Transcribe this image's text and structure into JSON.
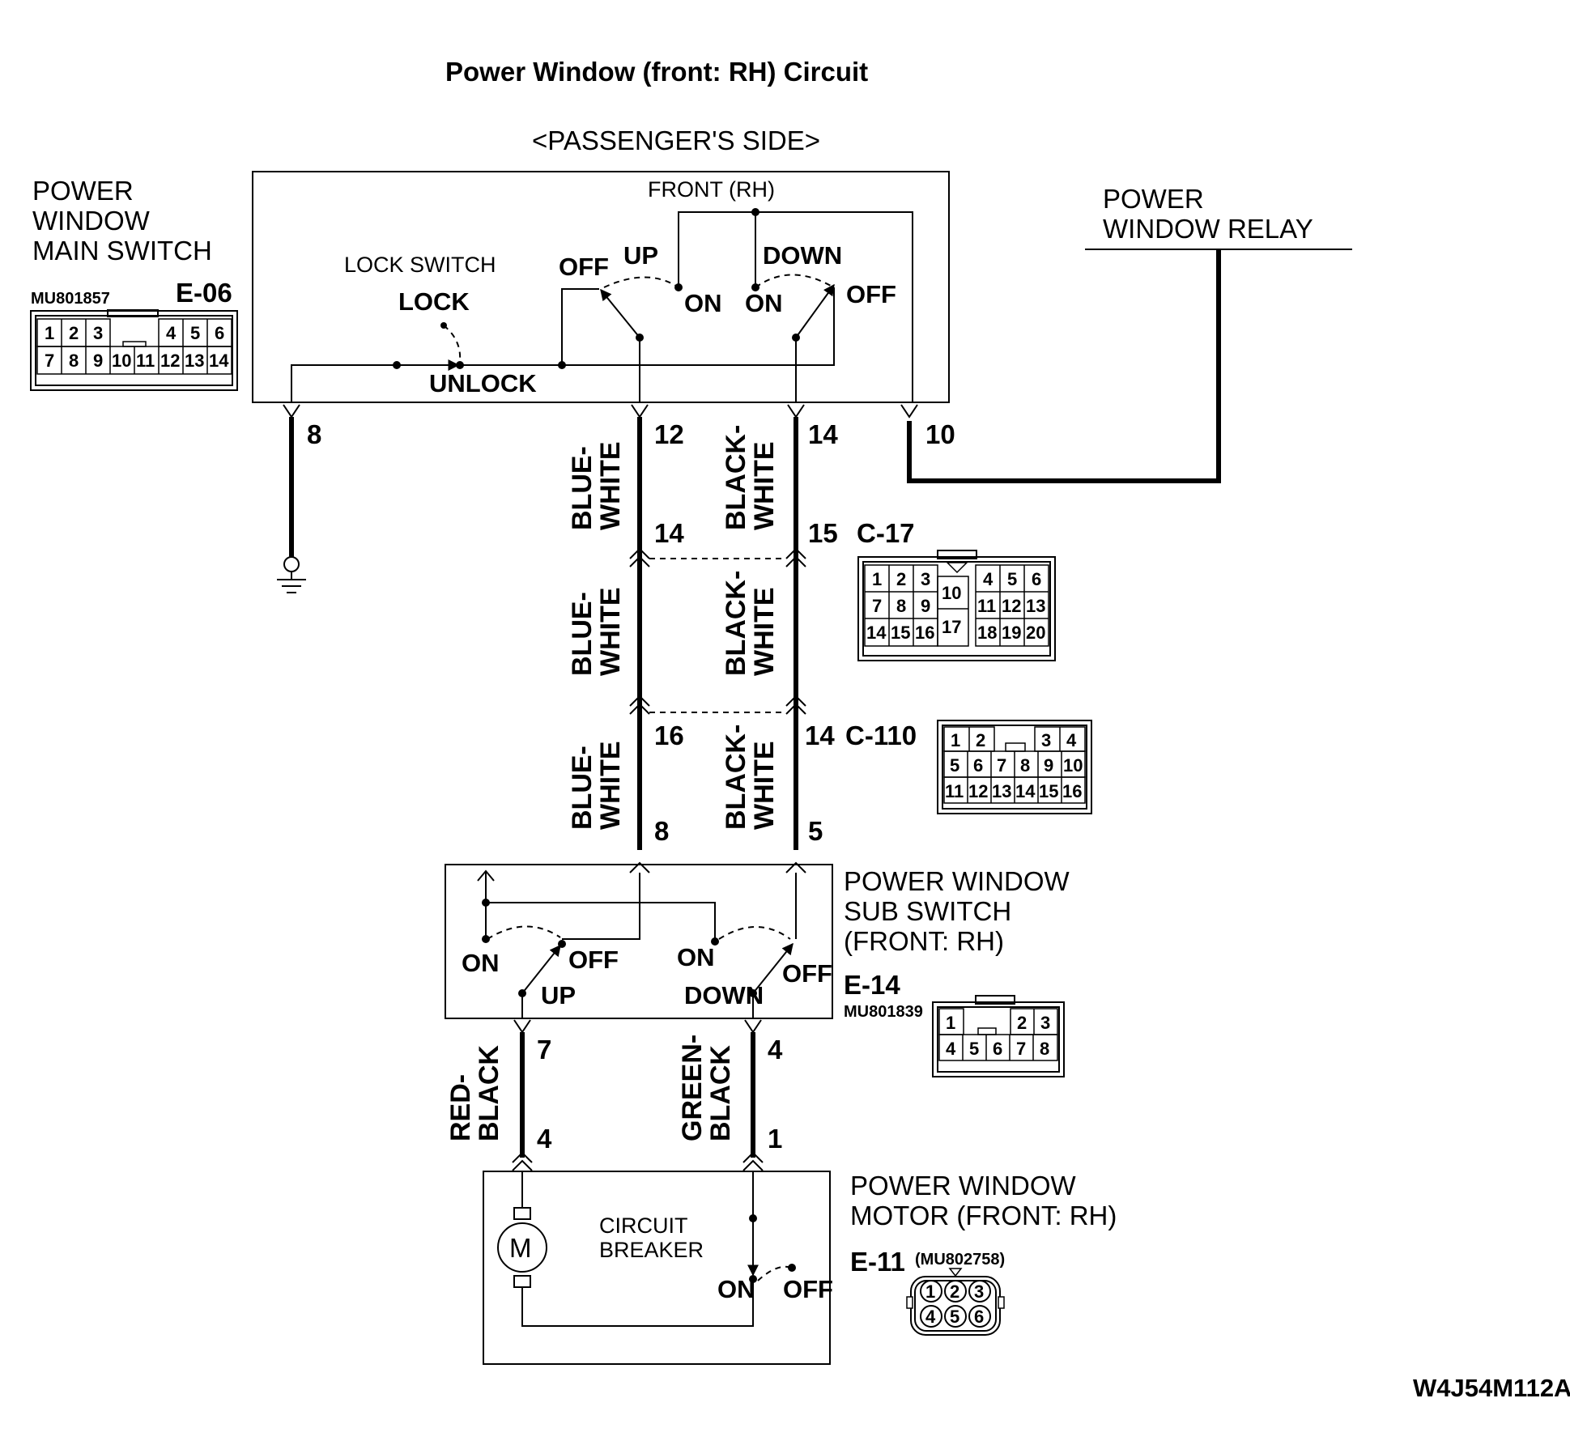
{
  "title": "Power Window (front: RH) Circuit",
  "side_label": "<PASSENGER'S SIDE>",
  "main_switch": {
    "name_lines": [
      "POWER",
      "WINDOW",
      "MAIN SWITCH"
    ],
    "part_no": "MU801857",
    "connector_id": "E-06",
    "connector_top_left": [
      "1",
      "2",
      "3"
    ],
    "connector_top_right": [
      "4",
      "5",
      "6"
    ],
    "connector_bottom": [
      "7",
      "8",
      "9",
      "10",
      "11",
      "12",
      "13",
      "14"
    ],
    "front_label": "FRONT (RH)",
    "lock_switch_label": "LOCK SWITCH",
    "lock": "LOCK",
    "unlock": "UNLOCK",
    "off_left": "OFF",
    "up": "UP",
    "on_left": "ON",
    "down": "DOWN",
    "on_right": "ON",
    "off_right": "OFF",
    "pins": [
      "8",
      "12",
      "14",
      "10"
    ]
  },
  "relay": {
    "name_lines": [
      "POWER",
      "WINDOW RELAY"
    ]
  },
  "c17": {
    "id": "C-17",
    "pin_left": "14",
    "pin_right": "15",
    "rows_left": [
      [
        "1",
        "2",
        "3"
      ],
      [
        "7",
        "8",
        "9"
      ],
      [
        "14",
        "15",
        "16"
      ]
    ],
    "center": [
      "10",
      "17"
    ],
    "rows_right": [
      [
        "4",
        "5",
        "6"
      ],
      [
        "11",
        "12",
        "13"
      ],
      [
        "18",
        "19",
        "20"
      ]
    ]
  },
  "c110": {
    "id": "C-110",
    "pin_left": "16",
    "pin_right": "14",
    "row1": [
      "1",
      "2",
      "3",
      "4"
    ],
    "row2": [
      "5",
      "6",
      "7",
      "8",
      "9",
      "10"
    ],
    "row3": [
      "11",
      "12",
      "13",
      "14",
      "15",
      "16"
    ]
  },
  "wire_colors": {
    "blue_white": [
      "BLUE-",
      "WHITE"
    ],
    "black_white": [
      "BLACK-",
      "WHITE"
    ],
    "red_black": [
      "RED-",
      "BLACK"
    ],
    "green_black": [
      "GREEN-",
      "BLACK"
    ]
  },
  "sub_switch": {
    "name_lines": [
      "POWER WINDOW",
      "SUB SWITCH",
      "(FRONT: RH)"
    ],
    "connector_id": "E-14",
    "part_no": "MU801839",
    "pin_in_left": "8",
    "pin_in_right": "5",
    "pin_out_left": "7",
    "pin_out_right": "4",
    "on_left": "ON",
    "off_left": "OFF",
    "up": "UP",
    "on_right": "ON",
    "down": "DOWN",
    "off_right": "OFF",
    "connector_top": [
      "1",
      "2",
      "3"
    ],
    "connector_bottom": [
      "4",
      "5",
      "6",
      "7",
      "8"
    ]
  },
  "motor": {
    "name_lines": [
      "POWER WINDOW",
      "MOTOR (FRONT: RH)"
    ],
    "connector_id": "E-11",
    "part_no": "(MU802758)",
    "pin_left": "4",
    "pin_right": "1",
    "symbol": "M",
    "breaker_lines": [
      "CIRCUIT",
      "BREAKER"
    ],
    "on": "ON",
    "off": "OFF",
    "connector_top": [
      "1",
      "2",
      "3"
    ],
    "connector_bottom": [
      "4",
      "5",
      "6"
    ]
  },
  "figure_code": "W4J54M112A"
}
